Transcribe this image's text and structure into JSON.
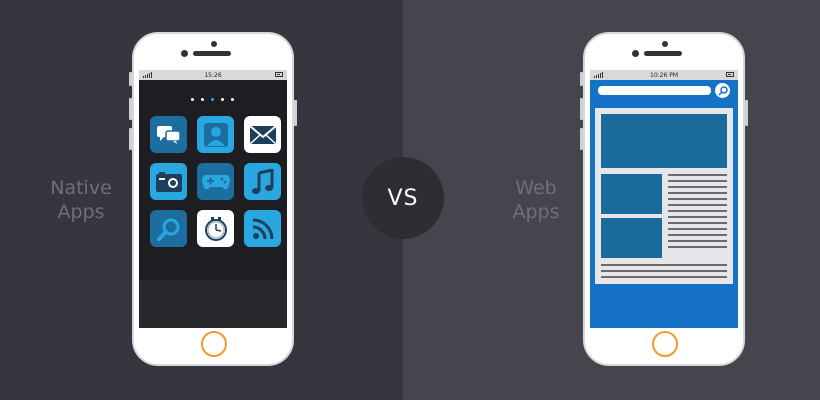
{
  "labels": {
    "native_line1": "Native",
    "native_line2": "Apps",
    "web_line1": "Web",
    "web_line2": "Apps",
    "vs": "VS"
  },
  "native_phone": {
    "time": "15:26",
    "pager_dots": 5,
    "active_dot": 3,
    "apps": [
      {
        "icon": "chat-icon",
        "style": "dark"
      },
      {
        "icon": "contact-icon",
        "style": "blue"
      },
      {
        "icon": "mail-icon",
        "style": "white"
      },
      {
        "icon": "camera-icon",
        "style": "blue"
      },
      {
        "icon": "gamepad-icon",
        "style": "dark"
      },
      {
        "icon": "music-icon",
        "style": "blue"
      },
      {
        "icon": "search-icon",
        "style": "dark"
      },
      {
        "icon": "clock-icon",
        "style": "white"
      },
      {
        "icon": "rss-icon",
        "style": "blue"
      }
    ]
  },
  "web_phone": {
    "time": "10:26 PM"
  },
  "colors": {
    "accent_blue": "#29a7e1",
    "web_blue": "#1572c6",
    "home_button": "#f39a2a"
  }
}
